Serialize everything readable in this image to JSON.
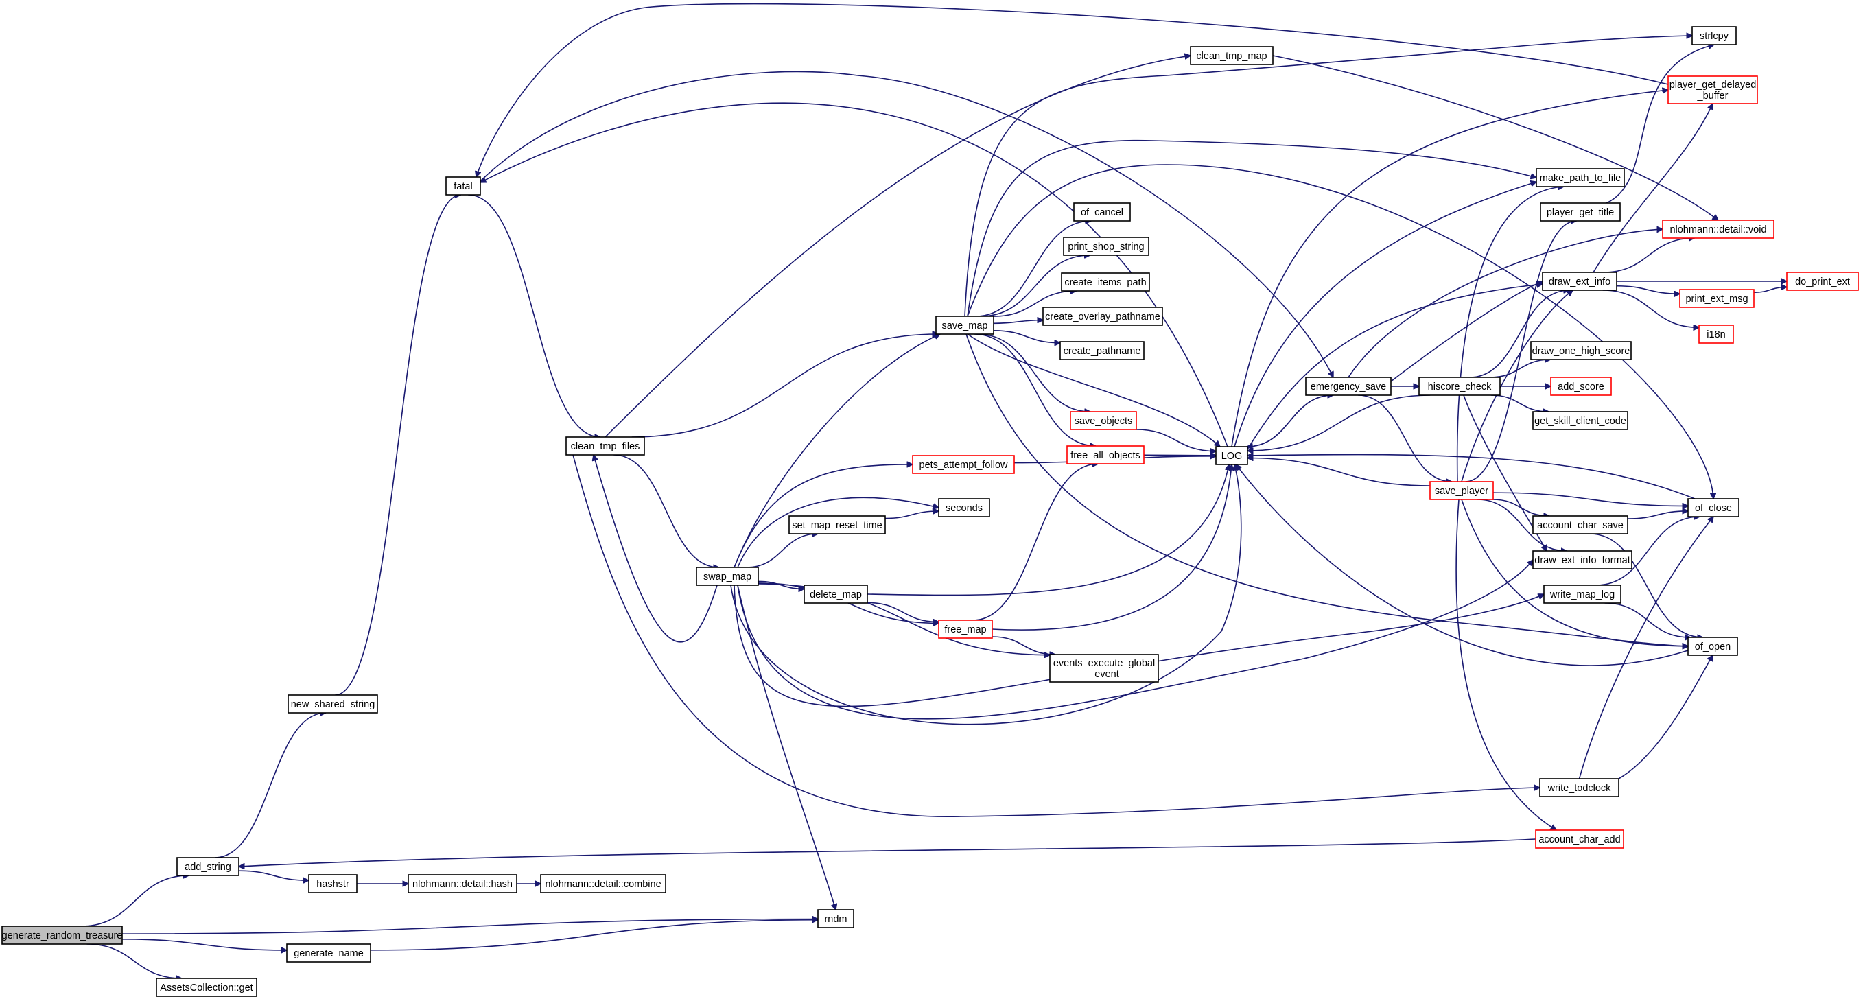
{
  "colors": {
    "edge": "#191970",
    "node_border": "#000000",
    "node_border_incomplete": "#ff0000",
    "root_fill": "#bfbfbf",
    "node_fill": "#ffffff"
  },
  "nodes": [
    {
      "id": "generate_random_treasure",
      "lines": [
        "generate_random_treasure"
      ],
      "root": true
    },
    {
      "id": "add_string",
      "lines": [
        "add_string"
      ]
    },
    {
      "id": "rndm",
      "lines": [
        "rndm"
      ]
    },
    {
      "id": "generate_name",
      "lines": [
        "generate_name"
      ]
    },
    {
      "id": "assets_get",
      "lines": [
        "AssetsCollection::get"
      ]
    },
    {
      "id": "new_shared_string",
      "lines": [
        "new_shared_string"
      ]
    },
    {
      "id": "hashstr",
      "lines": [
        "hashstr"
      ]
    },
    {
      "id": "nlohmann_hash",
      "lines": [
        "nlohmann::detail::hash"
      ]
    },
    {
      "id": "nlohmann_combine",
      "lines": [
        "nlohmann::detail::combine"
      ]
    },
    {
      "id": "fatal",
      "lines": [
        "fatal"
      ]
    },
    {
      "id": "clean_tmp_files",
      "lines": [
        "clean_tmp_files"
      ]
    },
    {
      "id": "clean_tmp_map",
      "lines": [
        "clean_tmp_map"
      ]
    },
    {
      "id": "save_map",
      "lines": [
        "save_map"
      ]
    },
    {
      "id": "swap_map",
      "lines": [
        "swap_map"
      ]
    },
    {
      "id": "write_todclock",
      "lines": [
        "write_todclock"
      ]
    },
    {
      "id": "emergency_save",
      "lines": [
        "emergency_save"
      ]
    },
    {
      "id": "of_cancel",
      "lines": [
        "of_cancel"
      ]
    },
    {
      "id": "print_shop_string",
      "lines": [
        "print_shop_string"
      ]
    },
    {
      "id": "create_items_path",
      "lines": [
        "create_items_path"
      ]
    },
    {
      "id": "create_overlay_pathname",
      "lines": [
        "create_overlay_pathname"
      ]
    },
    {
      "id": "create_pathname",
      "lines": [
        "create_pathname"
      ]
    },
    {
      "id": "save_objects",
      "lines": [
        "save_objects"
      ],
      "incomplete": true
    },
    {
      "id": "free_all_objects",
      "lines": [
        "free_all_objects"
      ],
      "incomplete": true
    },
    {
      "id": "LOG",
      "lines": [
        "LOG"
      ]
    },
    {
      "id": "make_path_to_file",
      "lines": [
        "make_path_to_file"
      ]
    },
    {
      "id": "of_close",
      "lines": [
        "of_close"
      ]
    },
    {
      "id": "of_open",
      "lines": [
        "of_open"
      ]
    },
    {
      "id": "strlcpy",
      "lines": [
        "strlcpy"
      ]
    },
    {
      "id": "pets_attempt_follow",
      "lines": [
        "pets_attempt_follow"
      ],
      "incomplete": true
    },
    {
      "id": "seconds",
      "lines": [
        "seconds"
      ]
    },
    {
      "id": "set_map_reset_time",
      "lines": [
        "set_map_reset_time"
      ]
    },
    {
      "id": "delete_map",
      "lines": [
        "delete_map"
      ]
    },
    {
      "id": "free_map",
      "lines": [
        "free_map"
      ],
      "incomplete": true
    },
    {
      "id": "events_execute_global_event",
      "lines": [
        "events_execute_global",
        "_event"
      ]
    },
    {
      "id": "draw_ext_info_format",
      "lines": [
        "draw_ext_info_format"
      ]
    },
    {
      "id": "write_map_log",
      "lines": [
        "write_map_log"
      ]
    },
    {
      "id": "hiscore_check",
      "lines": [
        "hiscore_check"
      ]
    },
    {
      "id": "save_player",
      "lines": [
        "save_player"
      ],
      "incomplete": true
    },
    {
      "id": "player_get_delayed_buffer",
      "lines": [
        "player_get_delayed",
        "_buffer"
      ],
      "incomplete": true
    },
    {
      "id": "player_get_title",
      "lines": [
        "player_get_title"
      ]
    },
    {
      "id": "nlohmann_void",
      "lines": [
        "nlohmann::detail::void"
      ],
      "incomplete": true
    },
    {
      "id": "draw_ext_info",
      "lines": [
        "draw_ext_info"
      ]
    },
    {
      "id": "do_print_ext",
      "lines": [
        "do_print_ext"
      ],
      "incomplete": true
    },
    {
      "id": "print_ext_msg",
      "lines": [
        "print_ext_msg"
      ],
      "incomplete": true
    },
    {
      "id": "i18n",
      "lines": [
        "i18n"
      ],
      "incomplete": true
    },
    {
      "id": "draw_one_high_score",
      "lines": [
        "draw_one_high_score"
      ]
    },
    {
      "id": "add_score",
      "lines": [
        "add_score"
      ],
      "incomplete": true
    },
    {
      "id": "get_skill_client_code",
      "lines": [
        "get_skill_client_code"
      ]
    },
    {
      "id": "account_char_save",
      "lines": [
        "account_char_save"
      ]
    },
    {
      "id": "account_char_add",
      "lines": [
        "account_char_add"
      ],
      "incomplete": true
    }
  ],
  "edges": [
    [
      "generate_random_treasure",
      "add_string"
    ],
    [
      "generate_random_treasure",
      "rndm"
    ],
    [
      "generate_random_treasure",
      "generate_name"
    ],
    [
      "generate_random_treasure",
      "assets_get"
    ],
    [
      "add_string",
      "new_shared_string"
    ],
    [
      "add_string",
      "hashstr"
    ],
    [
      "hashstr",
      "nlohmann_hash"
    ],
    [
      "nlohmann_hash",
      "nlohmann_combine"
    ],
    [
      "new_shared_string",
      "fatal"
    ],
    [
      "generate_name",
      "rndm"
    ],
    [
      "fatal",
      "clean_tmp_files"
    ],
    [
      "fatal",
      "emergency_save"
    ],
    [
      "clean_tmp_files",
      "clean_tmp_map"
    ],
    [
      "clean_tmp_files",
      "save_map"
    ],
    [
      "clean_tmp_files",
      "swap_map"
    ],
    [
      "clean_tmp_files",
      "write_todclock"
    ],
    [
      "clean_tmp_map",
      "nlohmann_void"
    ],
    [
      "save_map",
      "of_cancel"
    ],
    [
      "save_map",
      "print_shop_string"
    ],
    [
      "save_map",
      "create_items_path"
    ],
    [
      "save_map",
      "create_overlay_pathname"
    ],
    [
      "save_map",
      "create_pathname"
    ],
    [
      "save_map",
      "save_objects"
    ],
    [
      "save_map",
      "free_all_objects"
    ],
    [
      "save_map",
      "LOG"
    ],
    [
      "save_map",
      "make_path_to_file"
    ],
    [
      "save_map",
      "of_close"
    ],
    [
      "save_map",
      "of_open"
    ],
    [
      "save_map",
      "strlcpy"
    ],
    [
      "swap_map",
      "pets_attempt_follow"
    ],
    [
      "swap_map",
      "seconds"
    ],
    [
      "swap_map",
      "set_map_reset_time"
    ],
    [
      "swap_map",
      "delete_map"
    ],
    [
      "swap_map",
      "free_map"
    ],
    [
      "swap_map",
      "events_execute_global_event"
    ],
    [
      "swap_map",
      "rndm"
    ],
    [
      "swap_map",
      "save_map"
    ],
    [
      "swap_map",
      "LOG"
    ],
    [
      "swap_map",
      "draw_ext_info_format"
    ],
    [
      "swap_map",
      "write_map_log"
    ],
    [
      "swap_map",
      "clean_tmp_files"
    ],
    [
      "set_map_reset_time",
      "seconds"
    ],
    [
      "delete_map",
      "LOG"
    ],
    [
      "delete_map",
      "free_map"
    ],
    [
      "free_map",
      "free_all_objects"
    ],
    [
      "free_map",
      "LOG"
    ],
    [
      "free_map",
      "events_execute_global_event"
    ],
    [
      "save_objects",
      "LOG"
    ],
    [
      "free_all_objects",
      "LOG"
    ],
    [
      "pets_attempt_follow",
      "LOG"
    ],
    [
      "LOG",
      "fatal"
    ],
    [
      "LOG",
      "player_get_delayed_buffer"
    ],
    [
      "LOG",
      "make_path_to_file"
    ],
    [
      "LOG",
      "draw_ext_info"
    ],
    [
      "LOG",
      "emergency_save"
    ],
    [
      "emergency_save",
      "hiscore_check"
    ],
    [
      "emergency_save",
      "save_player"
    ],
    [
      "emergency_save",
      "draw_ext_info"
    ],
    [
      "emergency_save",
      "nlohmann_void"
    ],
    [
      "emergency_save",
      "LOG"
    ],
    [
      "hiscore_check",
      "draw_ext_info"
    ],
    [
      "hiscore_check",
      "draw_one_high_score"
    ],
    [
      "hiscore_check",
      "add_score"
    ],
    [
      "hiscore_check",
      "get_skill_client_code"
    ],
    [
      "hiscore_check",
      "draw_ext_info_format"
    ],
    [
      "hiscore_check",
      "LOG"
    ],
    [
      "save_player",
      "make_path_to_file"
    ],
    [
      "save_player",
      "player_get_title"
    ],
    [
      "save_player",
      "draw_ext_info"
    ],
    [
      "save_player",
      "account_char_save"
    ],
    [
      "save_player",
      "of_close"
    ],
    [
      "save_player",
      "of_open"
    ],
    [
      "save_player",
      "draw_ext_info_format"
    ],
    [
      "save_player",
      "account_char_add"
    ],
    [
      "save_player",
      "LOG"
    ],
    [
      "player_get_title",
      "strlcpy"
    ],
    [
      "draw_ext_info",
      "player_get_delayed_buffer"
    ],
    [
      "draw_ext_info",
      "nlohmann_void"
    ],
    [
      "draw_ext_info",
      "do_print_ext"
    ],
    [
      "draw_ext_info",
      "print_ext_msg"
    ],
    [
      "draw_ext_info",
      "i18n"
    ],
    [
      "print_ext_msg",
      "do_print_ext"
    ],
    [
      "account_char_save",
      "of_close"
    ],
    [
      "account_char_save",
      "of_open"
    ],
    [
      "write_map_log",
      "of_close"
    ],
    [
      "write_map_log",
      "of_open"
    ],
    [
      "write_todclock",
      "of_close"
    ],
    [
      "write_todclock",
      "of_open"
    ],
    [
      "of_close",
      "LOG"
    ],
    [
      "of_open",
      "LOG"
    ],
    [
      "account_char_add",
      "add_string"
    ],
    [
      "player_get_delayed_buffer",
      "fatal"
    ]
  ]
}
